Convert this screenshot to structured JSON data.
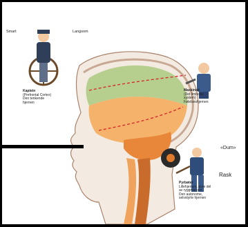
{
  "scale_labels": {
    "smart": "Smart",
    "slow": "Langsom",
    "dumb": "«Dum»",
    "fast": "Rask"
  },
  "captain": {
    "title": "Kaptein",
    "lines": [
      "(Prefrontal Cortex)",
      "Den tenkende",
      "hjernen"
    ]
  },
  "engineer": {
    "title": "Maskinist",
    "lines": [
      "(Det limbiske",
      "system)",
      "Følelseshjernen"
    ]
  },
  "stoker": {
    "title": "Pyrbøter",
    "lines": [
      "Lillehjernen, øvre del",
      "av ryggmargen",
      "Den autonome,",
      "selvstyrte hjernen"
    ]
  },
  "colors": {
    "cortex": "#b7cf8e",
    "limbic": "#f4b26a",
    "hindbrain": "#e8863a",
    "spine": "#c96b2b",
    "skull_outline": "#a9826a",
    "divider": "#d62c2c"
  }
}
